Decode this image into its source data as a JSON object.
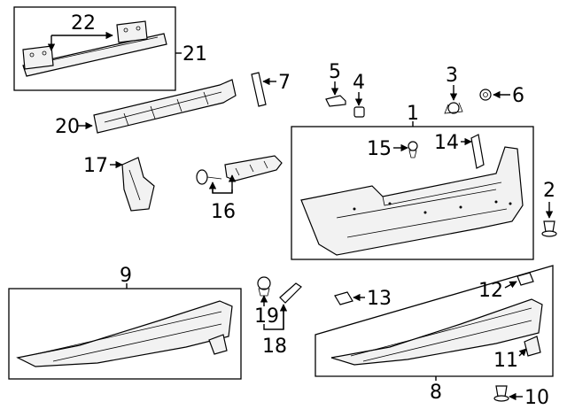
{
  "callouts": {
    "c1": "1",
    "c2": "2",
    "c3": "3",
    "c4": "4",
    "c5": "5",
    "c6": "6",
    "c7": "7",
    "c8": "8",
    "c9": "9",
    "c10": "10",
    "c11": "11",
    "c12": "12",
    "c13": "13",
    "c14": "14",
    "c15": "15",
    "c16": "16",
    "c17": "17",
    "c18": "18",
    "c19": "19",
    "c20": "20",
    "c21": "21",
    "c22": "22"
  },
  "colors": {
    "line": "#000000",
    "part_fill": "#f2f2f2",
    "background": "#ffffff"
  }
}
